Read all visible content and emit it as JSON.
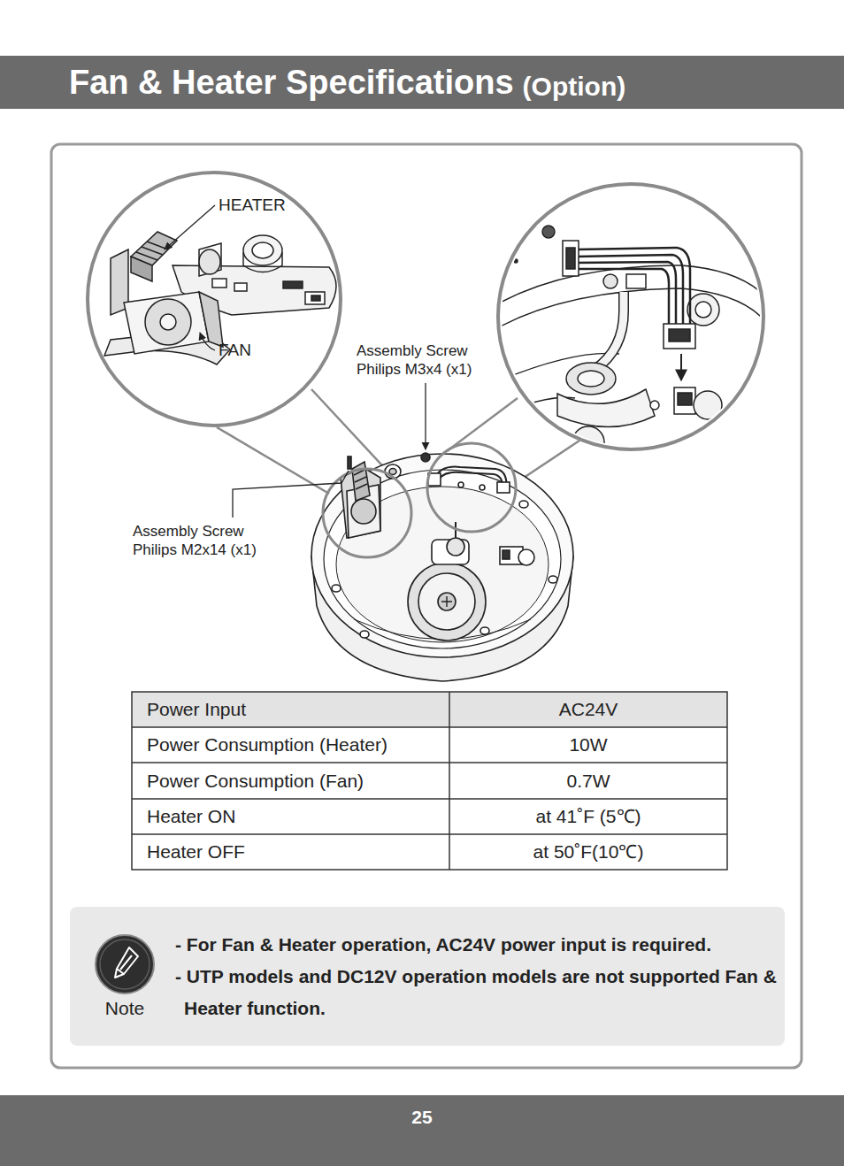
{
  "diagram": {
    "title": "Fan & Heater Specifications",
    "nodes": [
      {
        "text": [
          "- For Fan & Heater operation, AC24V power input is required.",
          "- UTP models and DC12V operation models are not supported Fan & Heater function."
        ]
      },
      {
        "text": [
          "Note"
        ],
        "in": 0
      },
      {
        "text": [
          "25"
        ]
      }
    ],
    "labels": [
      "(Option)",
      "HEATER",
      "FAN",
      "Assembly Screw Philips M3x4 (x1)",
      "Assembly Screw Philips M2x14 (x1)",
      "Power Input",
      "AC24V",
      "Power Consumption (Heater)",
      "10W",
      "Power Consumption (Fan)",
      "0.7W",
      "Heater ON",
      "at 41˚F (5℃)",
      "Heater OFF",
      "at 50˚F(10℃)"
    ]
  }
}
